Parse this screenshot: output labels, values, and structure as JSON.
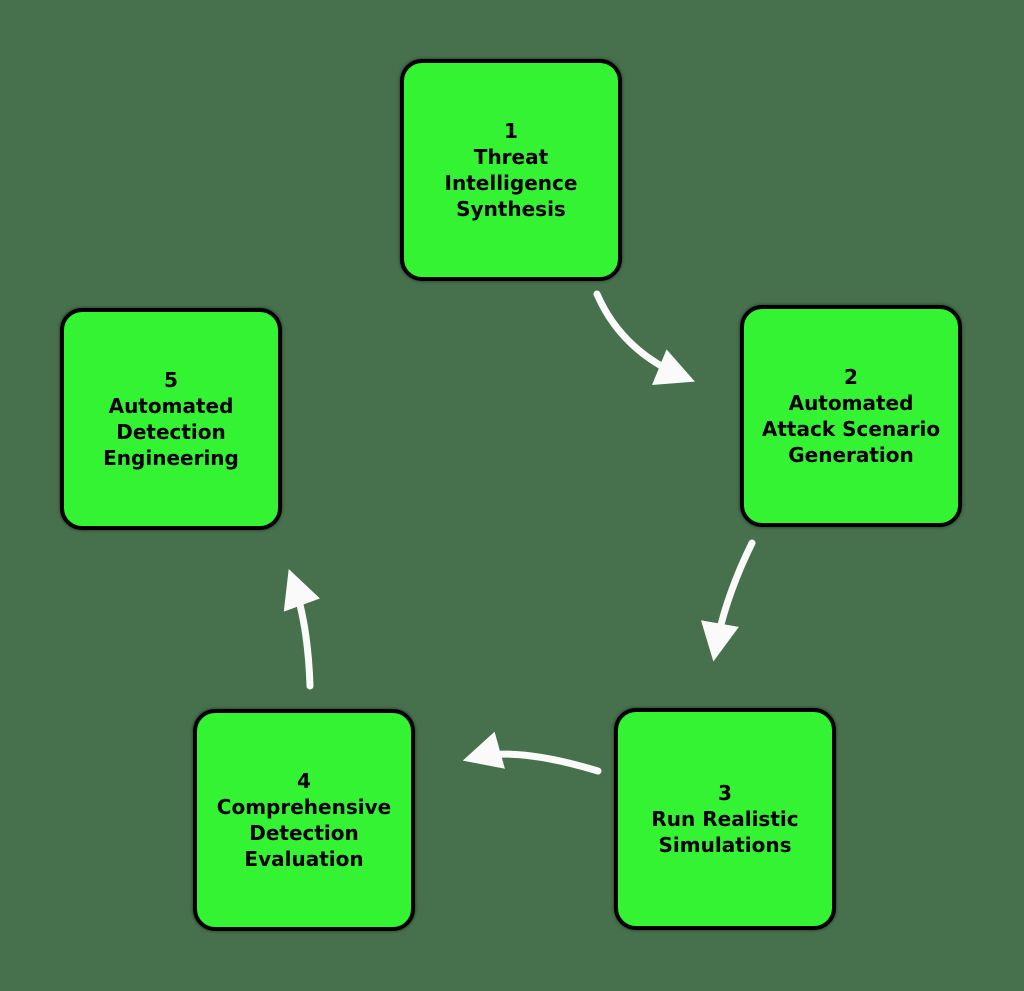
{
  "diagram": {
    "type": "cycle",
    "description": "Five-step process cycle diagram",
    "steps": [
      {
        "number": "1",
        "title": "Threat\nIntelligence\nSynthesis"
      },
      {
        "number": "2",
        "title": "Automated\nAttack Scenario\nGeneration"
      },
      {
        "number": "3",
        "title": "Run Realistic\nSimulations"
      },
      {
        "number": "4",
        "title": "Comprehensive\nDetection\nEvaluation"
      },
      {
        "number": "5",
        "title": "Automated\nDetection\nEngineering"
      }
    ],
    "arrows": [
      {
        "from": "1",
        "to": "2"
      },
      {
        "from": "2",
        "to": "3"
      },
      {
        "from": "3",
        "to": "4"
      },
      {
        "from": "4",
        "to": "5"
      }
    ]
  },
  "colors": {
    "background": "#47704C",
    "node_fill": "#33F333",
    "node_border": "#000000",
    "text": "#000000",
    "arrow": "#FFFFFF"
  }
}
